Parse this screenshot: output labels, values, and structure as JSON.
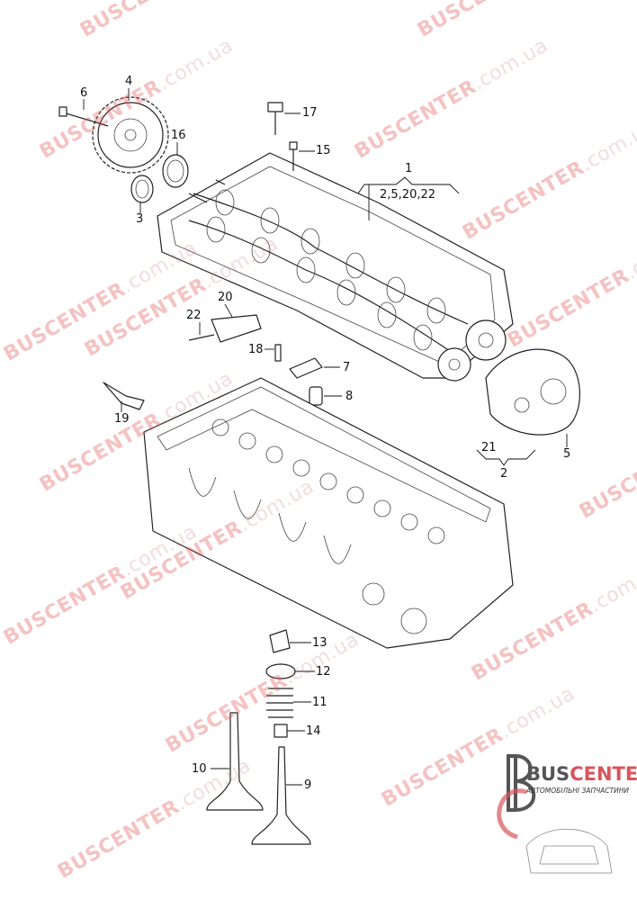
{
  "watermark": {
    "brand": "BUSCENTER",
    "domain": ".com.ua"
  },
  "callouts": {
    "c6": "6",
    "c4": "4",
    "c16": "16",
    "c3": "3",
    "c17": "17",
    "c15": "15",
    "c1": "1",
    "c1_sub": "2,5,20,22",
    "c20": "20",
    "c22": "22",
    "c18": "18",
    "c7": "7",
    "c8": "8",
    "c19": "19",
    "c21": "21",
    "c2": "2",
    "c5": "5",
    "c13": "13",
    "c12": "12",
    "c11": "11",
    "c14": "14",
    "c10": "10",
    "c9": "9"
  },
  "logo": {
    "brand_a": "BUS",
    "brand_b": "CENTER",
    "tagline": "АВТОМОБІЛЬНІ ЗАПЧАСТИНИ"
  },
  "colors": {
    "watermark": "#e05050",
    "logo_accent": "#d9545c",
    "line": "#222222"
  }
}
